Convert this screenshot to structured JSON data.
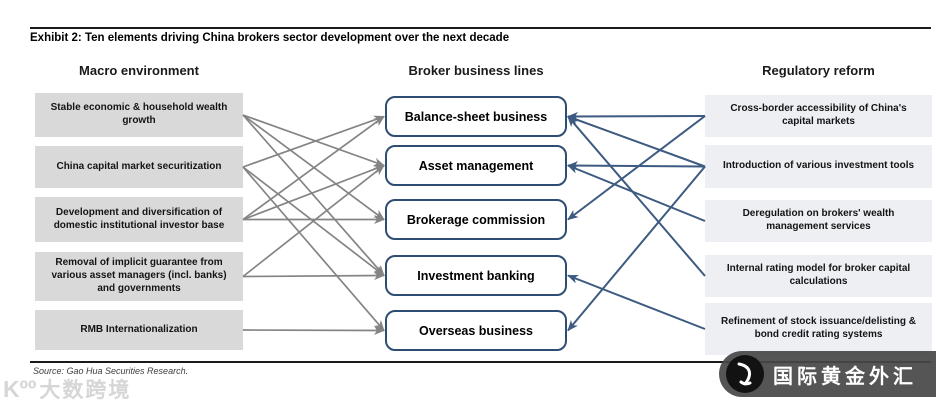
{
  "title": "Exhibit 2: Ten elements driving China brokers sector development over the next decade",
  "source": "Source: Gao Hua Securities Research.",
  "columns": {
    "macro": {
      "header": "Macro environment",
      "items": [
        "Stable economic & household wealth growth",
        "China capital market securitization",
        "Development and diversification of domestic institutional investor base",
        "Removal of implicit guarantee from various asset managers (incl. banks) and governments",
        "RMB Internationalization"
      ]
    },
    "business": {
      "header": "Broker business lines",
      "items": [
        "Balance-sheet business",
        "Asset management",
        "Brokerage commission",
        "Investment banking",
        "Overseas business"
      ]
    },
    "regulatory": {
      "header": "Regulatory reform",
      "items": [
        "Cross-border accessibility of China's capital markets",
        "Introduction of various investment tools",
        "Deregulation on brokers' wealth management services",
        "Internal rating model for broker capital calculations",
        "Refinement of stock issuance/delisting & bond credit rating systems"
      ]
    }
  },
  "arrows": {
    "macro_to_business": [
      [
        0,
        1
      ],
      [
        0,
        2
      ],
      [
        0,
        3
      ],
      [
        1,
        0
      ],
      [
        1,
        3
      ],
      [
        1,
        4
      ],
      [
        2,
        0
      ],
      [
        2,
        1
      ],
      [
        2,
        2
      ],
      [
        3,
        1
      ],
      [
        3,
        3
      ],
      [
        4,
        4
      ]
    ],
    "regulatory_to_business": [
      [
        0,
        0
      ],
      [
        0,
        2
      ],
      [
        1,
        0
      ],
      [
        1,
        1
      ],
      [
        1,
        4
      ],
      [
        2,
        1
      ],
      [
        3,
        0
      ],
      [
        4,
        3
      ]
    ]
  },
  "colors": {
    "macro_box_fill": "#d9d9d9",
    "regulatory_box_fill": "#edeff3",
    "business_box_border": "#2e4d72",
    "macro_arrow": "#848484",
    "regulatory_arrow": "#3d5a80"
  },
  "watermarks": {
    "left_mark": "Kºº",
    "left_text": "大数跨境",
    "right_text": "国际黄金外汇"
  }
}
